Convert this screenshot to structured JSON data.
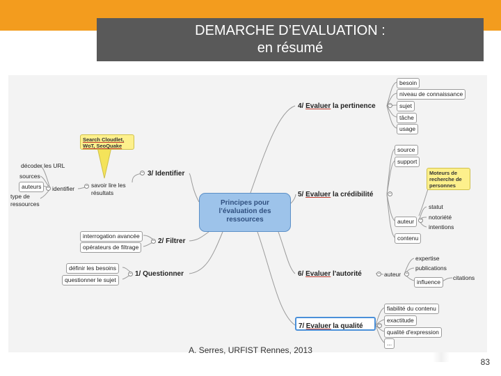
{
  "header": {
    "title_line1": "DEMARCHE D’EVALUATION :",
    "title_line2": "en résumé",
    "bar_color": "#f39c1e",
    "box_color": "#595959"
  },
  "map": {
    "center": {
      "line1": "Principes pour",
      "line2": "l’évaluation des",
      "line3": "ressources"
    },
    "branch_identifier": {
      "label": "3/ Identifier",
      "callout": {
        "line1": "Search Cloudlet,",
        "line2": "WoT, SeoQuake"
      },
      "child_savoir_line1": "savoir lire les",
      "child_savoir_line2": "résultats",
      "child_identifier": "identifier",
      "leaf_decoder": "décoder les URL",
      "leaf_sources": "sources",
      "leaf_auteurs": "auteurs",
      "leaf_type_line1": "type de",
      "leaf_type_line2": "ressources"
    },
    "branch_filtrer": {
      "label": "2/ Filtrer",
      "items": [
        "interrogation avancée",
        "opérateurs de filtrage"
      ]
    },
    "branch_questionner": {
      "label": "1/ Questionner",
      "items": [
        "définir les besoins",
        "questionner le sujet"
      ]
    },
    "branch_pertinence": {
      "label_prefix": "4/",
      "label_underlined": "Evaluer",
      "label_suffix": "la pertinence",
      "items": [
        "besoin",
        "niveau de connaissance",
        "sujet",
        "tâche",
        "usage"
      ]
    },
    "branch_credibilite": {
      "label_prefix": "5/",
      "label_underlined": "Evaluer",
      "label_suffix": "la crédibilité",
      "items": [
        "source",
        "support"
      ],
      "auteur": "auteur",
      "auteur_items": [
        "statut",
        "notoriété",
        "intentions"
      ],
      "contenu": "contenu",
      "callout": {
        "line1": "Moteurs de",
        "line2": "recherche de",
        "line3": "personnes"
      }
    },
    "branch_autorite": {
      "label_prefix": "6/",
      "label_underlined": "Evaluer",
      "label_suffix": "l'autorité",
      "auteur": "auteur",
      "items": [
        "expertise",
        "publications",
        "influence"
      ],
      "leaf_citations": "citations"
    },
    "branch_qualite": {
      "label_prefix": "7/",
      "label_underlined": "Evaluer",
      "label_suffix": "la qualité",
      "items": [
        "fiabilité du contenu",
        "exactitude",
        "qualité d'expression",
        "..."
      ]
    }
  },
  "footer": {
    "credit": "A. Serres, URFIST Rennes, 2013",
    "page_number": "83"
  }
}
